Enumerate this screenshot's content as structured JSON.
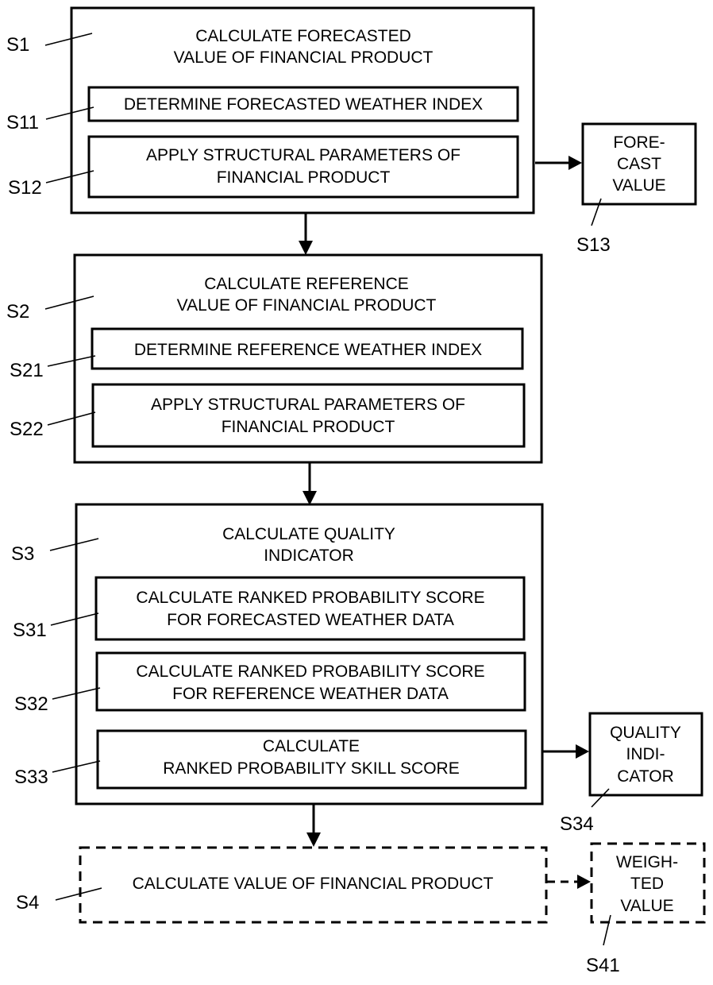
{
  "diagram": {
    "type": "flowchart",
    "colors": {
      "stroke": "#000000",
      "background": "#ffffff"
    },
    "steps": [
      {
        "ref": "S1",
        "title": [
          "CALCULATE FORECASTED",
          "VALUE OF FINANCIAL PRODUCT"
        ],
        "substeps": [
          {
            "ref": "S11",
            "lines": [
              "DETERMINE FORECASTED WEATHER INDEX"
            ]
          },
          {
            "ref": "S12",
            "lines": [
              "APPLY STRUCTURAL PARAMETERS OF",
              "FINANCIAL PRODUCT"
            ]
          }
        ],
        "output": {
          "ref": "S13",
          "lines": [
            "FORE-",
            "CAST",
            "VALUE"
          ],
          "style": "solid"
        }
      },
      {
        "ref": "S2",
        "title": [
          "CALCULATE REFERENCE",
          "VALUE OF FINANCIAL PRODUCT"
        ],
        "substeps": [
          {
            "ref": "S21",
            "lines": [
              "DETERMINE REFERENCE WEATHER INDEX"
            ]
          },
          {
            "ref": "S22",
            "lines": [
              "APPLY STRUCTURAL PARAMETERS OF",
              "FINANCIAL PRODUCT"
            ]
          }
        ]
      },
      {
        "ref": "S3",
        "title": [
          "CALCULATE QUALITY",
          "INDICATOR"
        ],
        "substeps": [
          {
            "ref": "S31",
            "lines": [
              "CALCULATE RANKED PROBABILITY SCORE",
              "FOR FORECASTED WEATHER DATA"
            ]
          },
          {
            "ref": "S32",
            "lines": [
              "CALCULATE RANKED PROBABILITY SCORE",
              "FOR REFERENCE WEATHER DATA"
            ]
          },
          {
            "ref": "S33",
            "lines": [
              "CALCULATE",
              "RANKED PROBABILITY SKILL SCORE"
            ]
          }
        ],
        "output": {
          "ref": "S34",
          "lines": [
            "QUALITY",
            "INDI-",
            "CATOR"
          ],
          "style": "solid"
        }
      },
      {
        "ref": "S4",
        "title": [
          "CALCULATE VALUE OF FINANCIAL PRODUCT"
        ],
        "style": "dashed",
        "output": {
          "ref": "S41",
          "lines": [
            "WEIGH-",
            "TED",
            "VALUE"
          ],
          "style": "dashed"
        }
      }
    ],
    "edges": [
      {
        "from": "S1",
        "to": "S2",
        "style": "solid"
      },
      {
        "from": "S2",
        "to": "S3",
        "style": "solid"
      },
      {
        "from": "S3",
        "to": "S4",
        "style": "solid"
      },
      {
        "from": "S1",
        "to": "S13",
        "style": "solid"
      },
      {
        "from": "S3",
        "to": "S34",
        "style": "solid"
      },
      {
        "from": "S4",
        "to": "S41",
        "style": "dashed"
      }
    ]
  }
}
